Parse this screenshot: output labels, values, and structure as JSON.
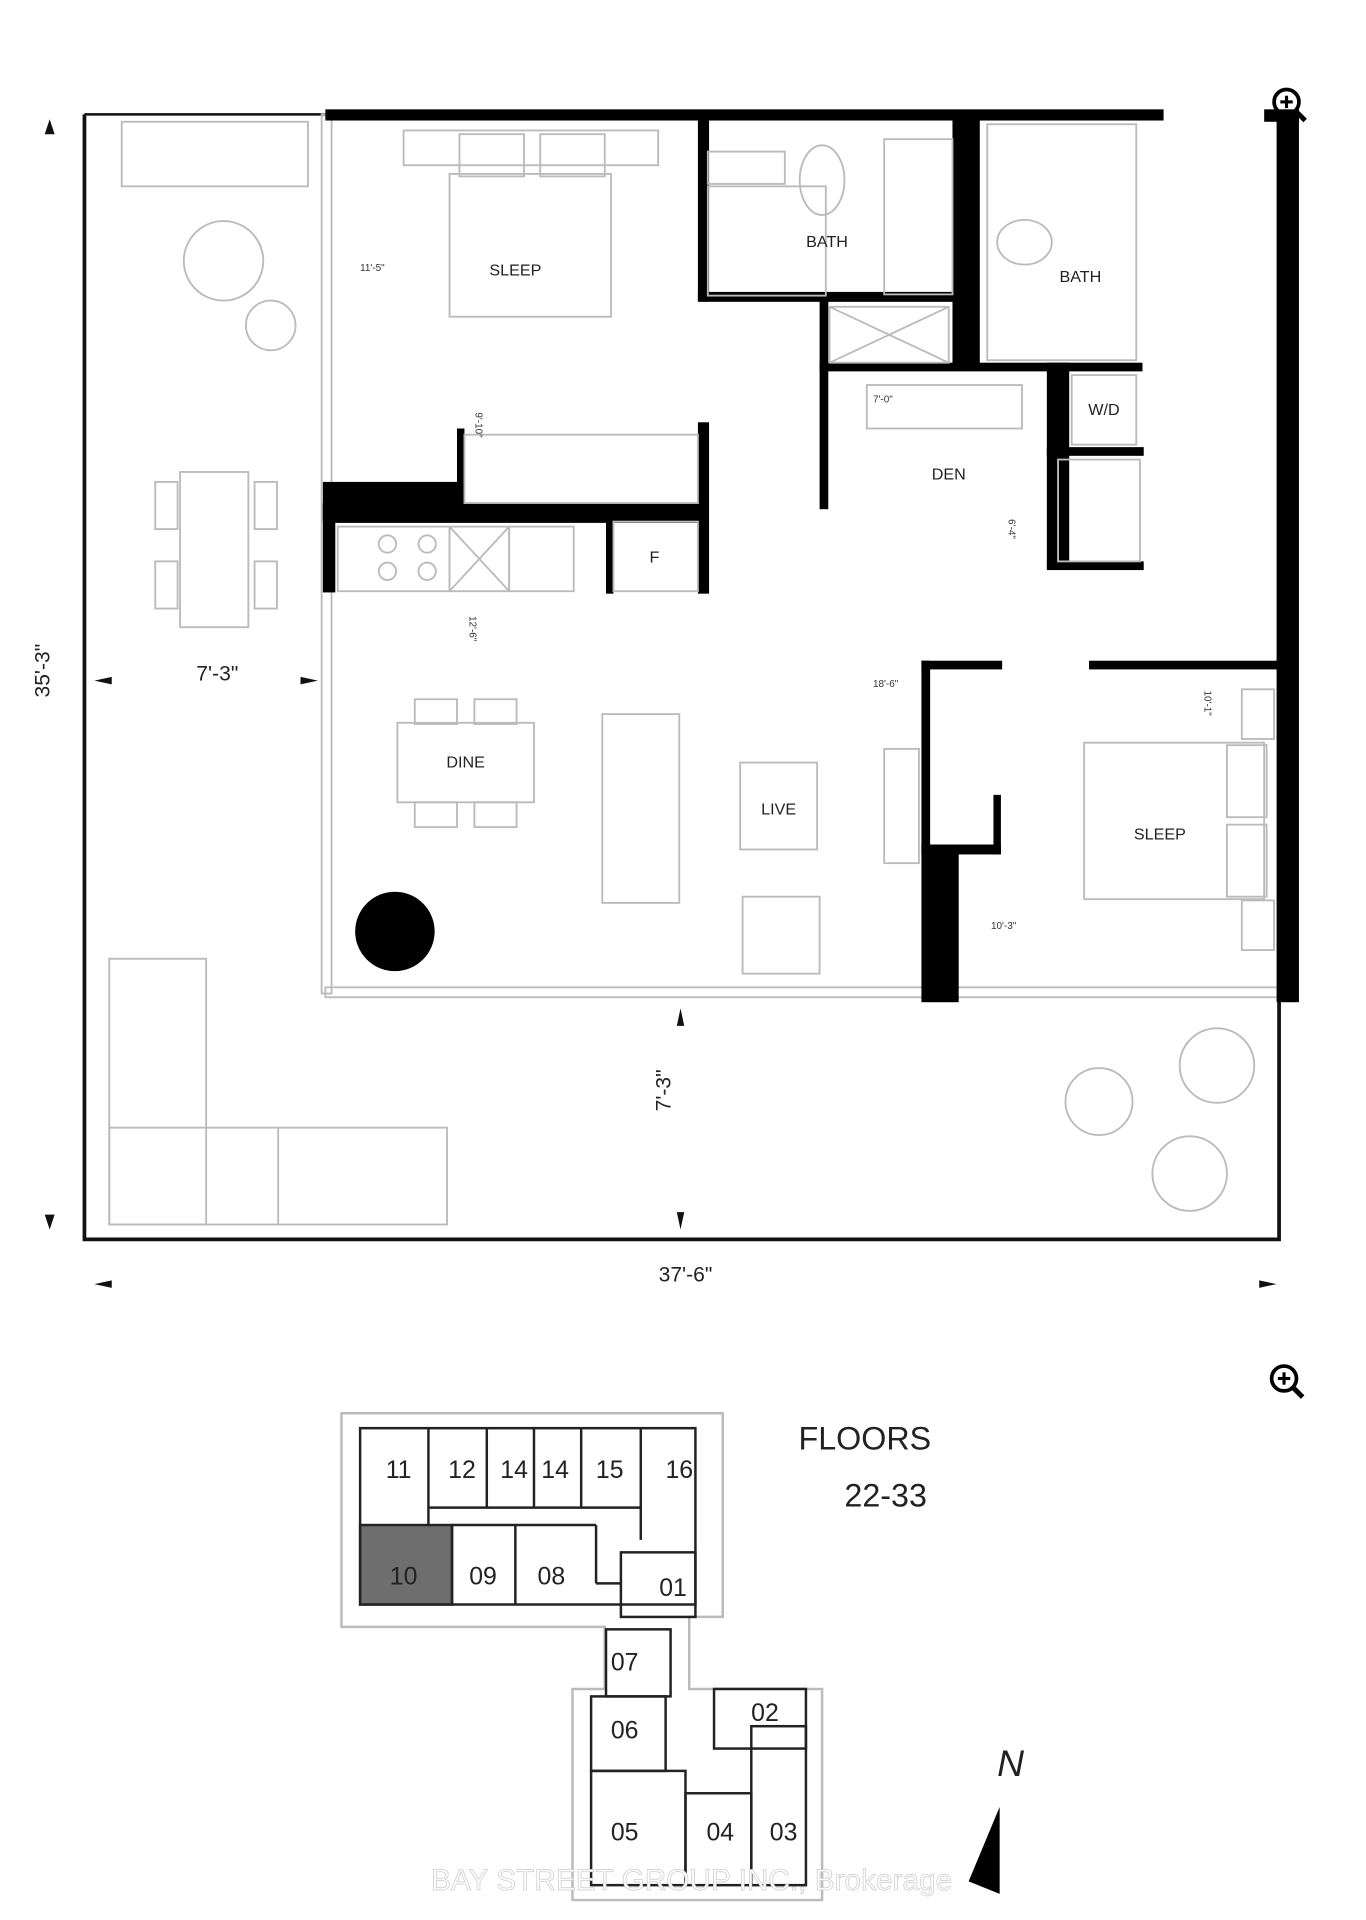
{
  "floorplan": {
    "rooms": {
      "sleep_1": "SLEEP",
      "bath_1": "BATH",
      "bath_2": "BATH",
      "den": "DEN",
      "wd": "W/D",
      "fridge": "F",
      "dine": "DINE",
      "live": "LIVE",
      "sleep_2": "SLEEP"
    },
    "dimensions": {
      "sleep_1_width": "11'-5\"",
      "sleep_1_depth": "9'-10\"",
      "den_width": "7'-0\"",
      "den_depth": "6'-4\"",
      "living_depth": "12'-6\"",
      "living_width": "18'-6\"",
      "sleep_2_depth": "10'-1\"",
      "sleep_2_width": "10'-3\"",
      "terrace_west_width": "7'-3\"",
      "terrace_south_depth": "7'-3\"",
      "overall_height": "35'-3\"",
      "overall_width": "37'-6\""
    }
  },
  "keyplan": {
    "floors_label": "FLOORS",
    "floors_range": "22-33",
    "highlighted_unit": "10",
    "highlight_color": "#6e6e6e",
    "units": [
      "11",
      "12",
      "14",
      "14",
      "15",
      "16",
      "10",
      "09",
      "08",
      "01",
      "07",
      "06",
      "02",
      "05",
      "04",
      "03"
    ],
    "north_label": "N"
  },
  "watermark": "BAY STREET GROUP INC., Brokerage",
  "icons": [
    "zoom-in-icon",
    "zoom-in-icon"
  ]
}
